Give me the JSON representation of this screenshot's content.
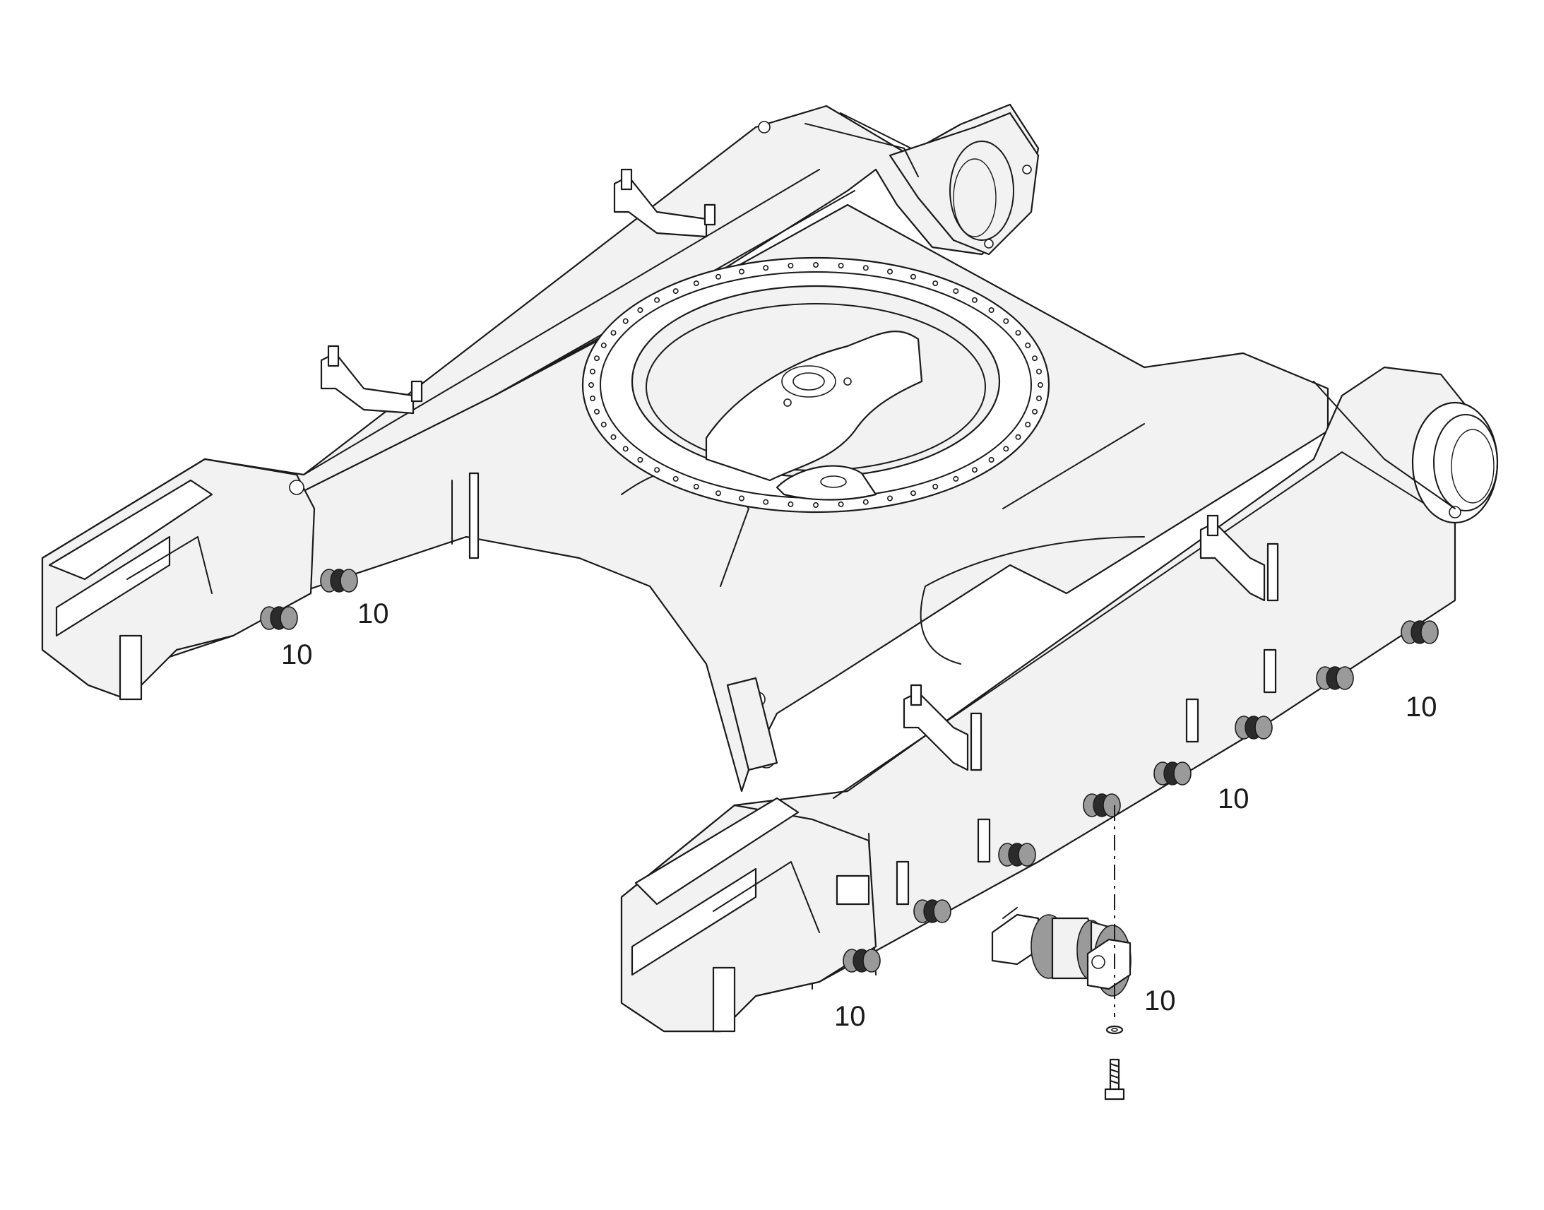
{
  "callouts": [
    {
      "id": "callout-1",
      "label": "10"
    },
    {
      "id": "callout-2",
      "label": "10"
    },
    {
      "id": "callout-3",
      "label": "10"
    },
    {
      "id": "callout-4",
      "label": "10"
    },
    {
      "id": "callout-5",
      "label": "10"
    },
    {
      "id": "callout-6",
      "label": "10"
    }
  ],
  "colors": {
    "line": "#1a1a1a",
    "fill": "#f2f2f2",
    "background": "#ffffff"
  }
}
